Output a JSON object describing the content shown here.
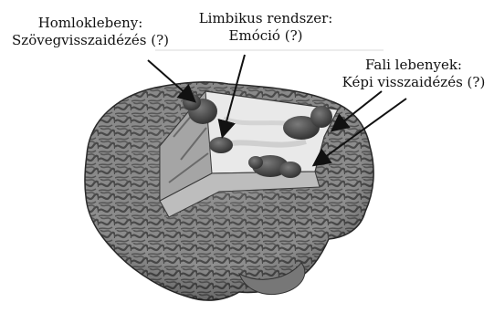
{
  "annotations": {
    "frontal": {
      "title": "Homloklebeny:",
      "caption": "Szövegvisszaidézés (?)"
    },
    "limbic": {
      "title": "Limbikus rendszer:",
      "caption": "Emóció (?)"
    },
    "parietal": {
      "title": "Fali lebenyek:",
      "caption": "Képi visszaidézés (?)"
    }
  },
  "colors": {
    "brain_surface": "#8a8a8a",
    "brain_dark": "#3e3e3e",
    "cut_plane": "#ececec",
    "activation": "#4a4a4a",
    "text": "#111111"
  }
}
